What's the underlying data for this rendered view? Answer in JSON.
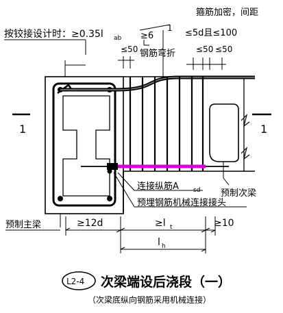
{
  "annotations": {
    "hinge_design": "按铰接设计时：≥0.35l",
    "hinge_design_sub": "ab",
    "slope": "≥6",
    "slope_one": "1",
    "stirrup_dense": "箍筋加密，间距",
    "stirrup_spacing": "≤5d且≤100",
    "bent_bar": "钢筋弯折",
    "spacing_50_left": "≤50",
    "spacing_50_right_a": "≤50",
    "spacing_50_right_b": "≤50",
    "section_left": "1",
    "section_right": "1",
    "connect_bar": "连接纵筋A",
    "connect_bar_sub": "sd",
    "coupler": "预埋钢筋机械连接接头",
    "precast_secondary": "预制次梁",
    "precast_main": "预制主梁",
    "dim_12d": "≥12d",
    "dim_lt": "≥l",
    "dim_lt_sub": "t",
    "dim_10": "≥10",
    "dim_lh": "l",
    "dim_lh_sub": "h"
  },
  "caption": {
    "badge": "L2-4",
    "title": "次梁端设后浇段（一）",
    "subtitle": "（次梁底纵向钢筋采用机械连接）"
  },
  "colors": {
    "ink": "#000000",
    "connector_bar": "#d400d4"
  }
}
